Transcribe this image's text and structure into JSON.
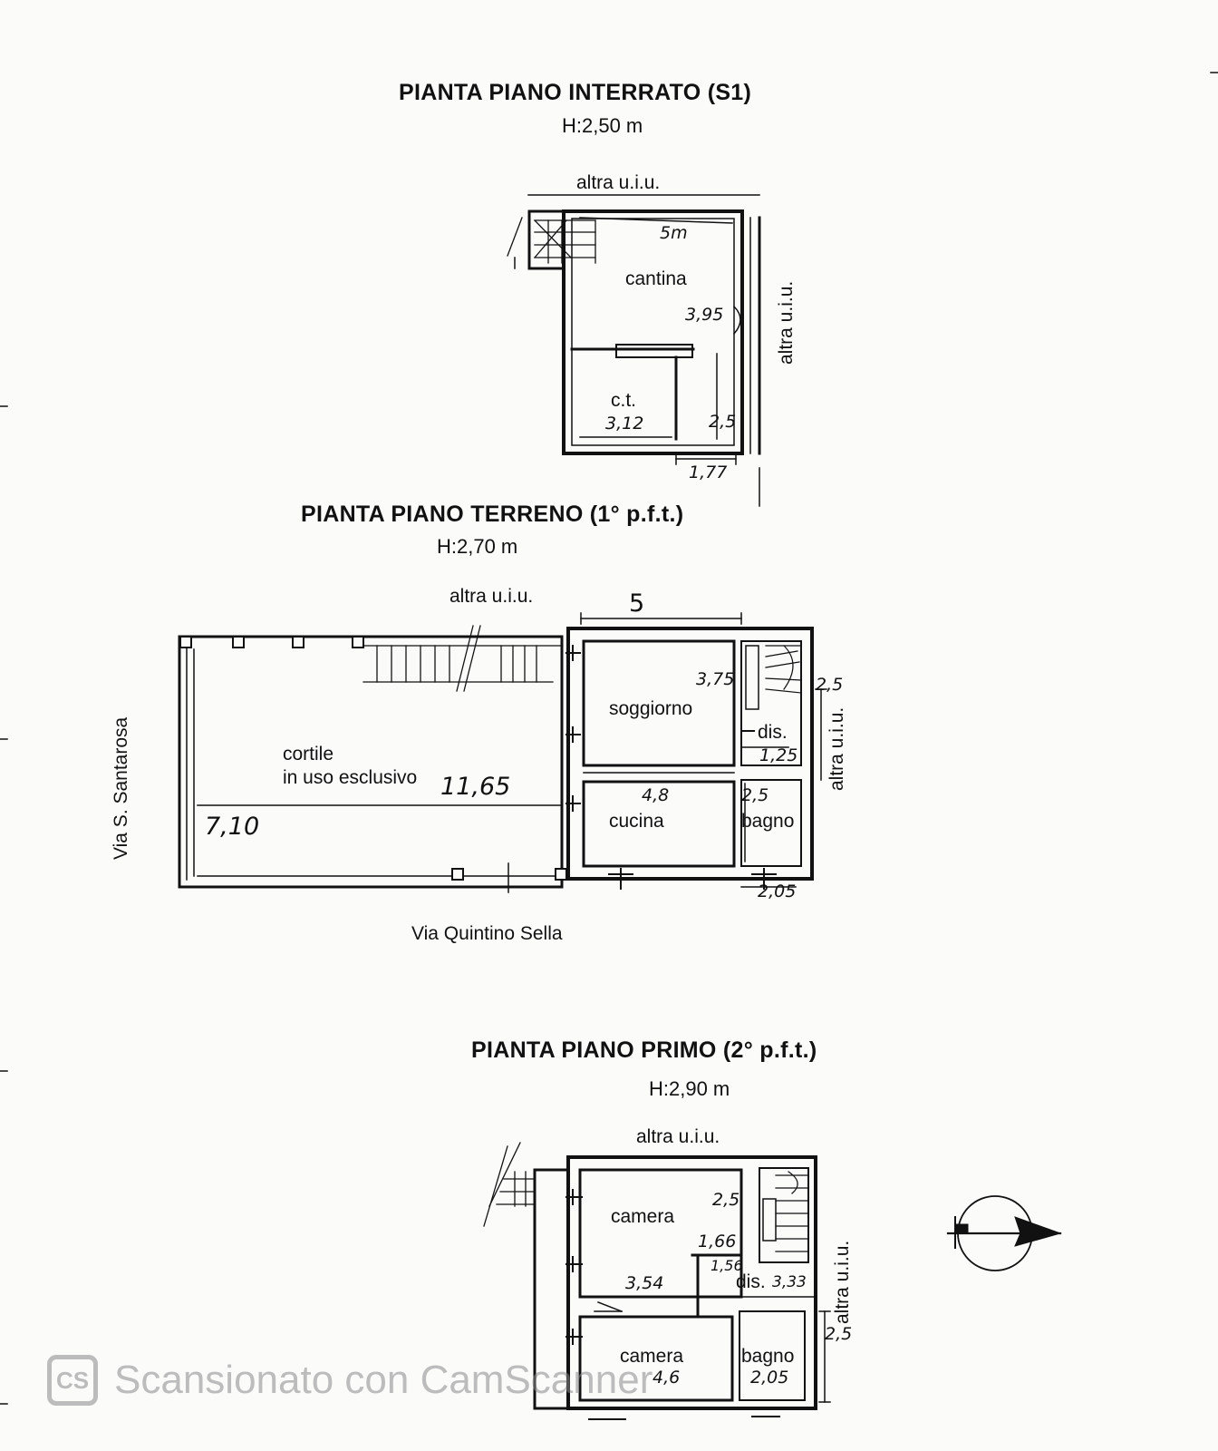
{
  "basement": {
    "title": "PIANTA PIANO INTERRATO  (S1)",
    "height": "H:2,50 m",
    "neighbor_top": "altra u.i.u.",
    "neighbor_right": "altra u.i.u.",
    "rooms": {
      "cantina": "cantina",
      "ct": "c.t."
    },
    "dims": {
      "top": "5m",
      "cantina_h": "3,95",
      "ct_w": "3,12",
      "side": "2,5",
      "bottom": "1,77"
    }
  },
  "ground": {
    "title": "PIANTA PIANO TERRENO  (1° p.f.t.)",
    "height": "H:2,70 m",
    "neighbor_top": "altra u.i.u.",
    "neighbor_right": "altra u.i.u.",
    "street_left": "Via S. Santarosa",
    "street_bottom": "Via Quintino Sella",
    "courtyard_line1": "cortile",
    "courtyard_line2": "in uso esclusivo",
    "rooms": {
      "soggiorno": "soggiorno",
      "dis": "dis.",
      "cucina": "cucina",
      "bagno": "bagno"
    },
    "dims": {
      "top": "5",
      "soggiorno_h": "3,75",
      "side": "2,5",
      "dis": "1,25",
      "courtyard": "11,65",
      "cucina_w": "4,8",
      "bagno": "2,5",
      "court_h": "7,10",
      "bottom": "2,05"
    }
  },
  "first": {
    "title": "PIANTA PIANO PRIMO  (2° p.f.t.)",
    "height": "H:2,90 m",
    "neighbor_top": "altra u.i.u.",
    "neighbor_right": "altra u.i.u.",
    "rooms": {
      "camera1": "camera",
      "dis": "dis.",
      "camera2": "camera",
      "bagno": "bagno"
    },
    "dims": {
      "camera_h": "2,5",
      "a": "1,66",
      "b": "1,56",
      "camera_w": "3,54",
      "dis": "3,33",
      "side": "2,5",
      "camera2_w": "4,6",
      "bagno_w": "2,05"
    }
  },
  "watermark": {
    "logo": "CS",
    "text": "Scansionato con CamScanner"
  },
  "icons": {
    "north_arrow": "north-arrow-icon"
  }
}
